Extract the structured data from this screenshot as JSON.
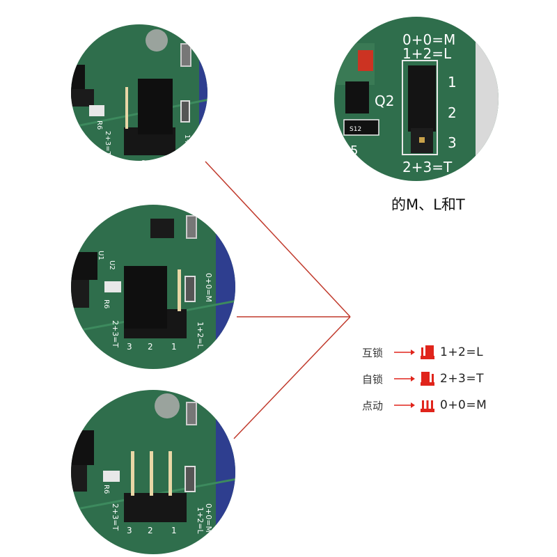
{
  "closeup": {
    "formula_top": "0+0=M",
    "formula_mid": "1+2=L",
    "formula_bottom": "2+3=T",
    "pin_1": "1",
    "pin_2": "2",
    "pin_3": "3",
    "ref_q2": "Q2",
    "ref_s12": "S12",
    "ref_5": "5"
  },
  "caption": "的M、L和T",
  "pcb_labels": {
    "pin_3": "3",
    "pin_2": "2",
    "pin_1": "1",
    "side_left": "2+3=T",
    "side_right_a": "0+0=M",
    "side_right_b": "1+2=L",
    "r6": "R6",
    "u1": "U1",
    "u2": "U2"
  },
  "legend": [
    {
      "label": "互锁",
      "formula": "1+2=L",
      "icon": "jumper-pins-1-2-icon"
    },
    {
      "label": "自锁",
      "formula": "2+3=T",
      "icon": "jumper-pins-2-3-icon"
    },
    {
      "label": "点动",
      "formula": "0+0=M",
      "icon": "jumper-none-icon"
    }
  ],
  "colors": {
    "pcb_green": "#2f6e4c",
    "connector_line": "#c0392b",
    "legend_red": "#e0241b",
    "header_black": "#161616"
  }
}
